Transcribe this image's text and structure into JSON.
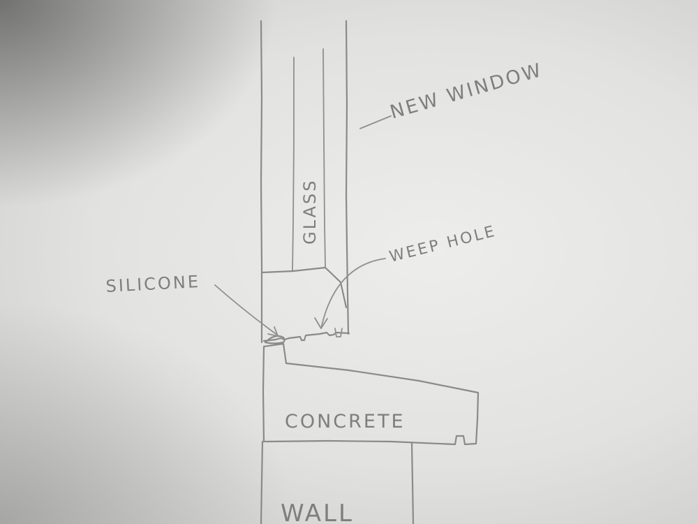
{
  "labels": {
    "new_window": "NEW WINDOW",
    "glass": "GLASS",
    "silicone": "SILICONE",
    "weep_hole": "WEEP HOLE",
    "concrete": "CONCRETE",
    "wall": "WALL"
  },
  "colors": {
    "paper": "#e6e6e4",
    "pencil": "#8a8a88"
  }
}
